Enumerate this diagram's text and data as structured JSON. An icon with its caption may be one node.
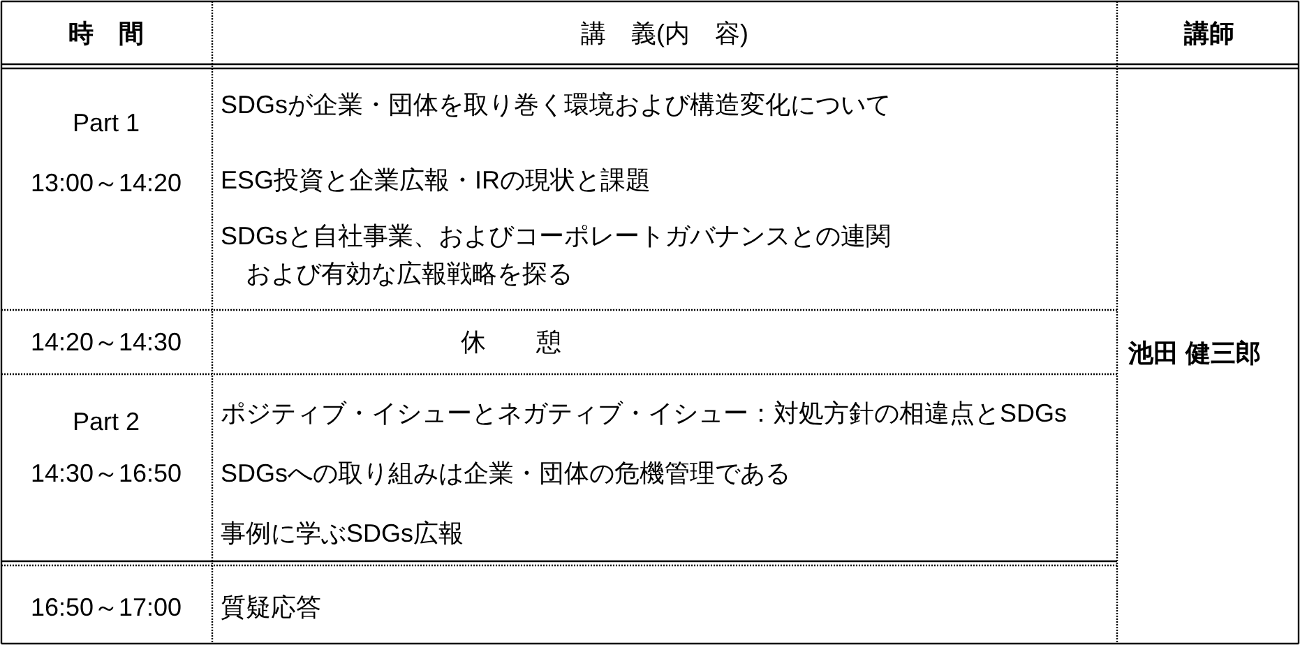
{
  "diagram": {
    "labels": [
      "時　間",
      "講　義(内　容)",
      "講師",
      "Part 1",
      "13:00～14:20",
      "SDGsが企業・団体を取り巻く環境および構造変化について",
      "ESG投資と企業広報・IRの現状と課題",
      "SDGsと自社事業、およびコーポレートガバナンスとの連関および有効な広報戦略を探る",
      "14:20～14:30",
      "休　　憩",
      "池田 健三郎",
      "Part 2",
      "14:30～16:50",
      "ポジティブ・イシューとネガティブ・イシュー：対処方針の相違点とSDGs",
      "SDGsへの取り組みは企業・団体の危機管理である",
      "事例に学ぶSDGs広報",
      "16:50～17:00",
      "質疑応答"
    ]
  }
}
